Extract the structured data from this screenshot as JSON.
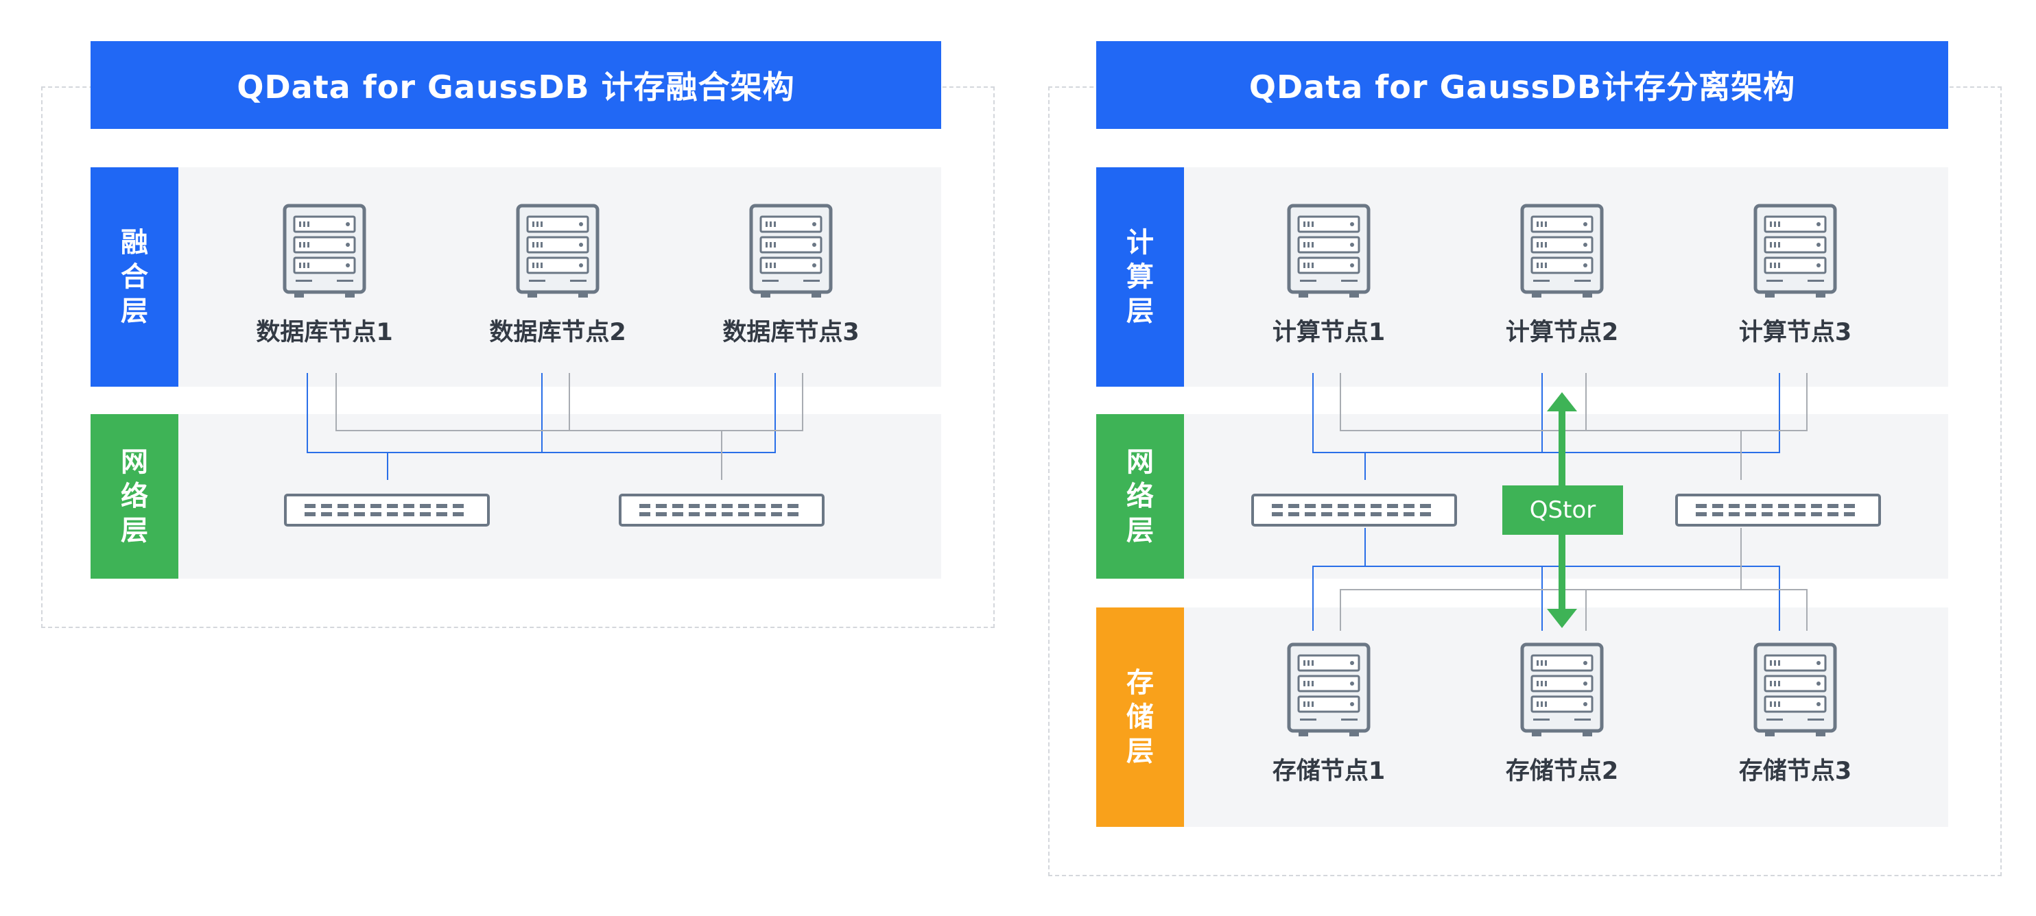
{
  "left": {
    "title": "QData  for  GaussDB 计存融合架构",
    "layers": [
      {
        "label": [
          "融",
          "合",
          "层"
        ],
        "color": "#1f67f4"
      },
      {
        "label": [
          "网",
          "络",
          "层"
        ],
        "color": "#3eb356"
      }
    ],
    "nodes": [
      "数据库节点1",
      "数据库节点2",
      "数据库节点3"
    ]
  },
  "right": {
    "title": "QData  for  GaussDB计存分离架构",
    "layers": [
      {
        "label": [
          "计",
          "算",
          "层"
        ],
        "color": "#1f67f4"
      },
      {
        "label": [
          "网",
          "络",
          "层"
        ],
        "color": "#3eb356"
      },
      {
        "label": [
          "存",
          "储",
          "层"
        ],
        "color": "#f9a11b"
      }
    ],
    "compute_nodes": [
      "计算节点1",
      "计算节点2",
      "计算节点3"
    ],
    "storage_nodes": [
      "存储节点1",
      "存储节点2",
      "存储节点3"
    ],
    "link_label": "QStor"
  },
  "colors": {
    "accent_blue": "#1f67f4",
    "network_green": "#3eb356",
    "storage_orange": "#f9a11b",
    "link_blue": "#2a6fe8",
    "link_gray": "#a8acb2"
  },
  "icons": {
    "node": "server-icon",
    "network": "switch-icon"
  }
}
